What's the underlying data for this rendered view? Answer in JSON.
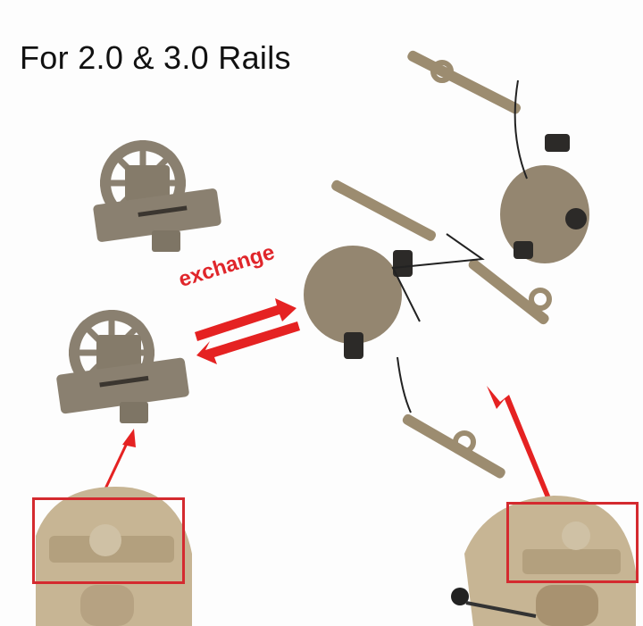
{
  "title": "For 2.0 & 3.0 Rails",
  "exchange_label": "exchange",
  "colors": {
    "accent_red": "#e0262b",
    "product_tan": "#8a7f6a",
    "helmet_tan": "#c7b594",
    "background": "#fdfdfd"
  },
  "components": [
    {
      "name": "rail adapter (2.0)",
      "position": "top-left"
    },
    {
      "name": "rail adapter (3.0)",
      "position": "middle-left"
    },
    {
      "name": "headset mount arms with ear cups",
      "position": "right"
    },
    {
      "name": "helmet with mounted adapter",
      "position": "bottom-left",
      "highlighted": true
    },
    {
      "name": "helmet with mounted adapter and headset",
      "position": "bottom-right",
      "highlighted": true
    }
  ]
}
